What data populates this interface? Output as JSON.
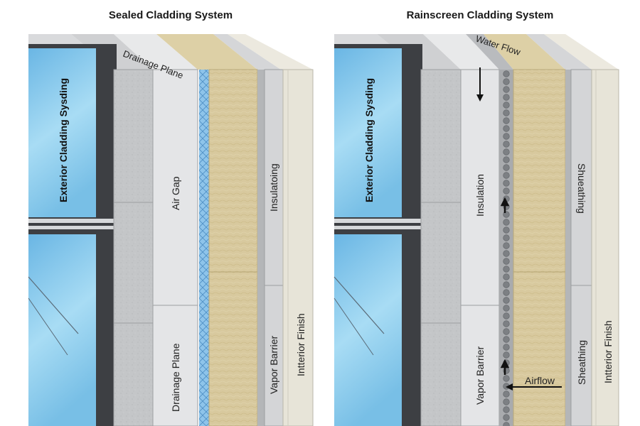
{
  "panels": [
    {
      "title": "Sealed Cladding System",
      "labels": {
        "top": "Drainage Plane",
        "cladding": "Exterior Cladding Sysding",
        "gap": "Air Gap",
        "gap_lower": "Drainage Plane",
        "insulation": "Insulatoing",
        "barrier": "Vapor Barrier",
        "finish": "Intterior Finish"
      }
    },
    {
      "title": "Rainscreen Cladding System",
      "labels": {
        "top": "Water Flow",
        "cladding": "Exterior Cladding Sysding",
        "gap": "Insulation",
        "gap_lower": "Vapor Barrier",
        "sheathing_upper": "Shueathing",
        "sheathing_lower": "Sheathing",
        "finish": "Intterior Finish",
        "airflow": "Airflow"
      }
    }
  ],
  "colors": {
    "glass": "#8fcdec",
    "frame": "#3d3f43",
    "concrete": "#c5c7c9",
    "panel": "#e4e5e7",
    "membrane": "#8ec4ea",
    "insulation": "#d7c89c",
    "barrier": "#c9cacc",
    "finish": "#e7e4d8",
    "dimple": "#7d8084"
  }
}
